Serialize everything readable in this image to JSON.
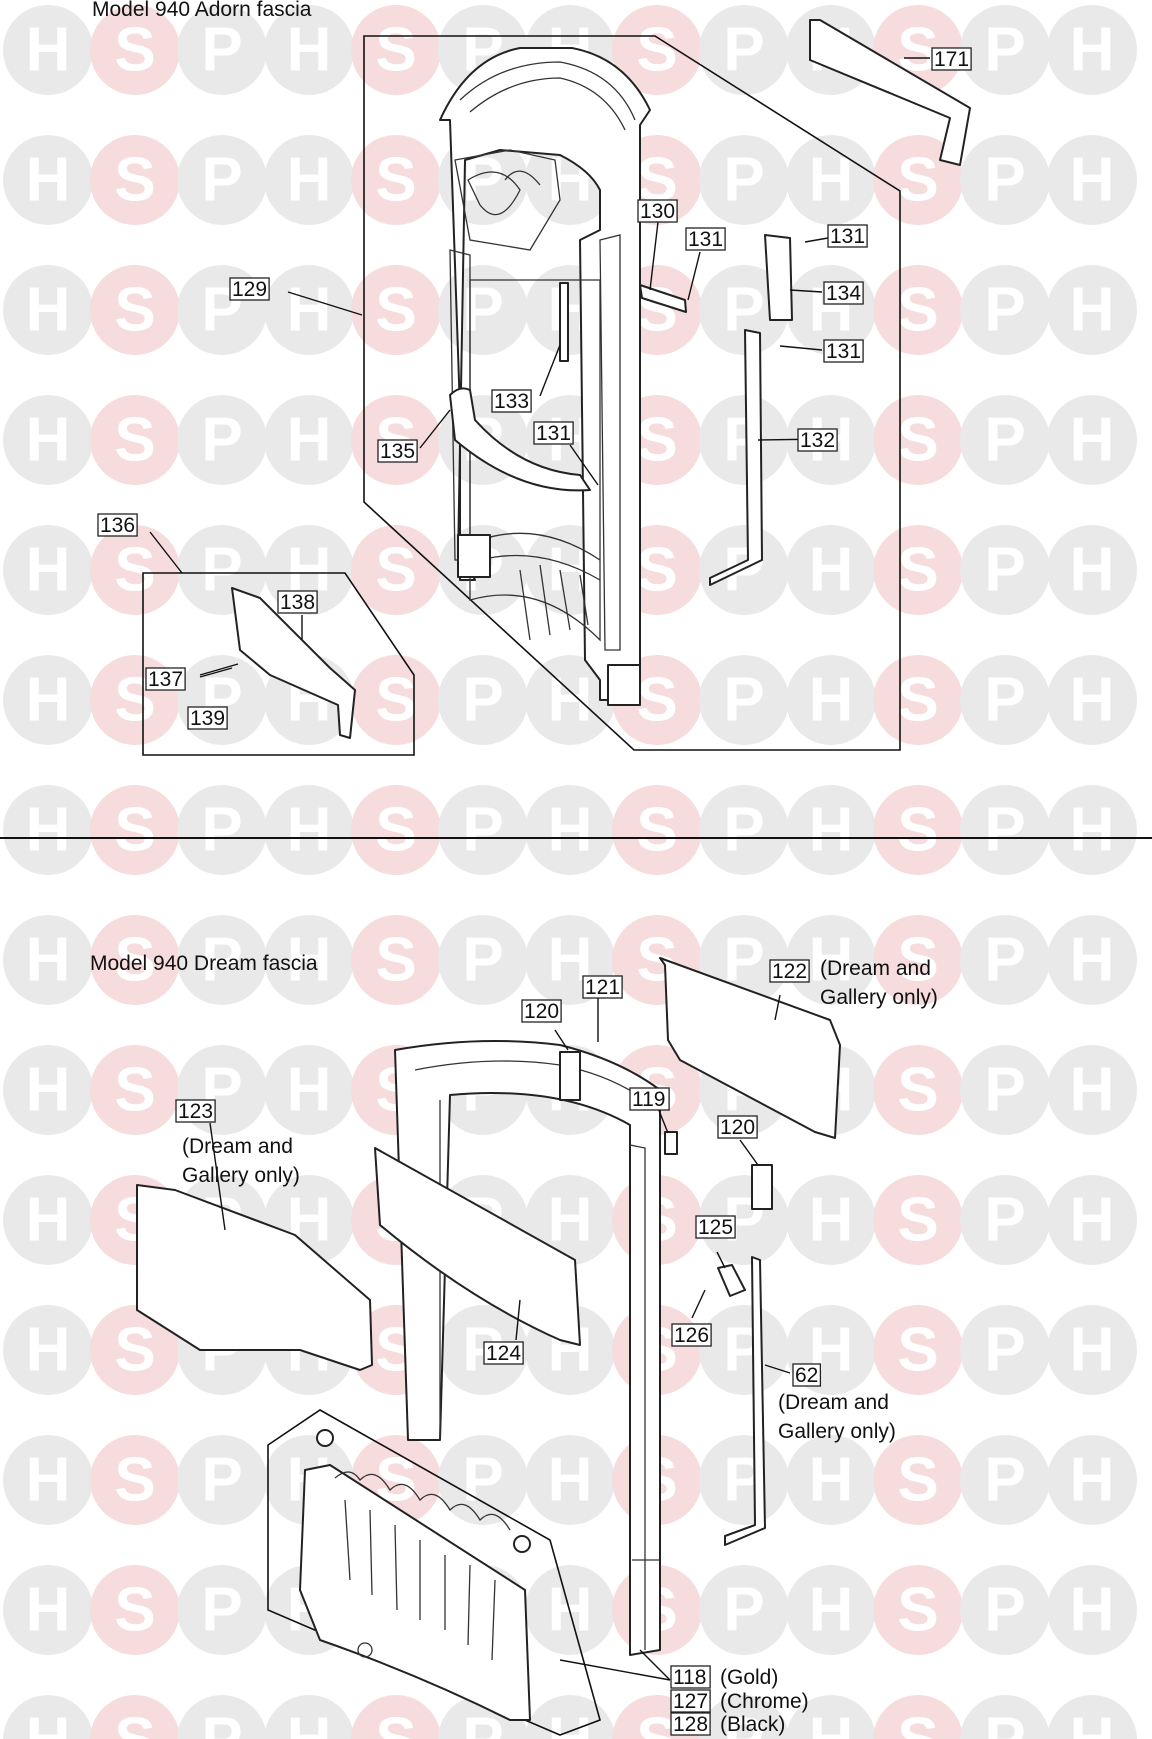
{
  "watermark": {
    "letters": [
      "H",
      "S",
      "P"
    ],
    "grey": "#e9e9e9",
    "pink": "#f6dcdc"
  },
  "sections": {
    "adorn_title": "Model 940 Adorn fascia",
    "dream_title": "Model 940 Dream fascia"
  },
  "callouts": {
    "c171": "171",
    "c130": "130",
    "c131a": "131",
    "c131b": "131",
    "c131c": "131",
    "c131d": "131",
    "c129": "129",
    "c134": "134",
    "c133": "133",
    "c135": "135",
    "c132": "132",
    "c136": "136",
    "c138": "138",
    "c137": "137",
    "c139": "139",
    "c121": "121",
    "c120a": "120",
    "c122": "122",
    "c122_note1": "(Dream and",
    "c122_note2": "Gallery only)",
    "c123": "123",
    "c123_note1": "(Dream and",
    "c123_note2": "Gallery only)",
    "c119": "119",
    "c120b": "120",
    "c125": "125",
    "c124": "124",
    "c126": "126",
    "c62": "62",
    "c62_note1": "(Dream and",
    "c62_note2": "Gallery only)",
    "c118": "118",
    "c118_note": "(Gold)",
    "c127": "127",
    "c127_note": "(Chrome)",
    "c128": "128",
    "c128_note": "(Black)"
  }
}
